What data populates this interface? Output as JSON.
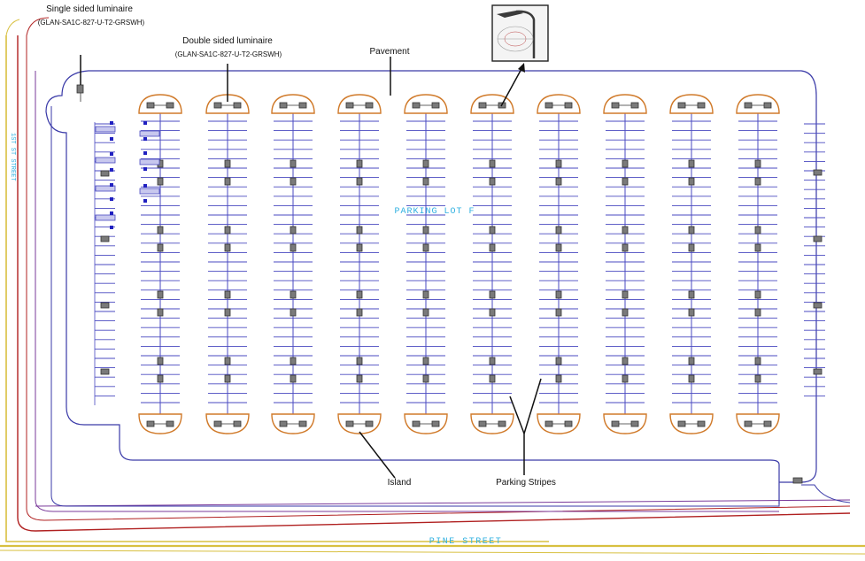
{
  "labels": {
    "single_title": "Single sided luminaire",
    "single_code": "(GLAN-SA1C-827-U-T2-GRSWH)",
    "double_title": "Double sided luminaire",
    "double_code": "(GLAN-SA1C-827-U-T2-GRSWH)",
    "pavement": "Pavement",
    "island": "Island",
    "parking_stripes": "Parking Stripes",
    "lot_name": "PARKING LOT F",
    "street_name": "PINE STREET",
    "side_street_name": "1ST ST STREET"
  },
  "colors": {
    "curb": "#3a3aa8",
    "stripe": "#4a4ac0",
    "island": "#d07a2a",
    "road_red": "#b02020",
    "road_yellow": "#d8c040",
    "road_purple": "#7a3a9a",
    "fixture": "#7a7a7a",
    "ada": "#2020c0",
    "cad_text": "#30b0e0"
  },
  "icons": {
    "fixture_photo": "parking-pole-luminaire-icon"
  }
}
